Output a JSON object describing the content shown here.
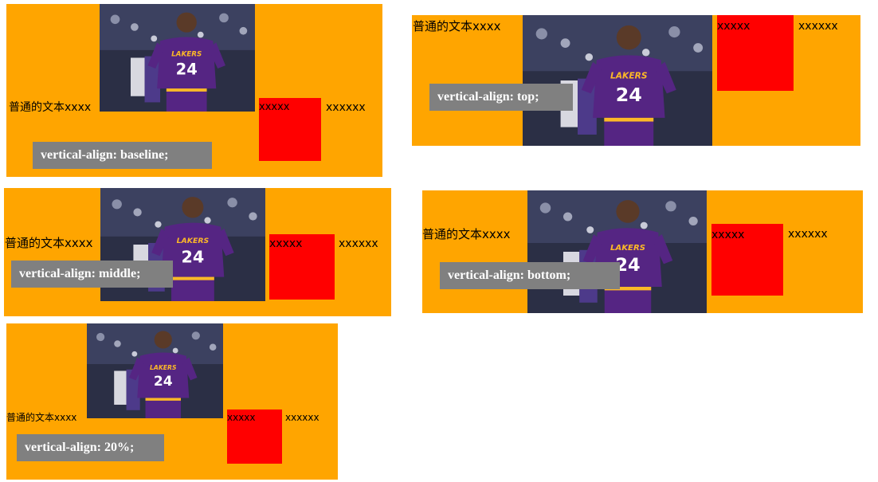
{
  "colors": {
    "page_background": "#ffffff",
    "panel_background": "#ffa500",
    "red_box": "#ff0000",
    "label_background": "#808080",
    "label_text": "#ffffff"
  },
  "image_icon": "player-photo",
  "panels": [
    {
      "id": "baseline",
      "text": "普通的文本xxxx",
      "box_text": "xxxxx",
      "after_text": "xxxxxx",
      "label": "vertical-align: baseline;"
    },
    {
      "id": "top",
      "text": "普通的文本xxxx",
      "box_text": "xxxxx",
      "after_text": "xxxxxx",
      "label": "vertical-align: top;"
    },
    {
      "id": "middle",
      "text": "普通的文本xxxx",
      "box_text": "xxxxx",
      "after_text": "xxxxxx",
      "label": "vertical-align: middle;"
    },
    {
      "id": "bottom",
      "text": "普通的文本xxxx",
      "box_text": "xxxxx",
      "after_text": "xxxxxx",
      "label": "vertical-align: bottom;"
    },
    {
      "id": "percent",
      "text": "普通的文本xxxx",
      "box_text": "xxxxx",
      "after_text": "xxxxxx",
      "label": "vertical-align: 20%;"
    }
  ]
}
